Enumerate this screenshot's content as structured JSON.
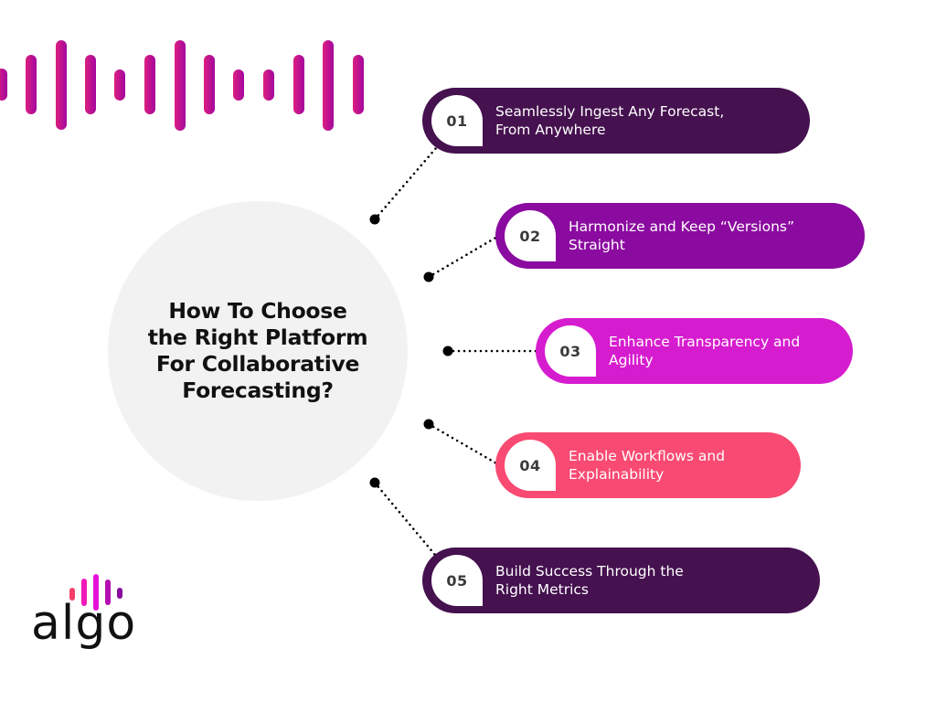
{
  "header": {
    "decoration": "sound-wave-icon",
    "wave_colors": [
      "#dc1f7f",
      "#a4079f"
    ]
  },
  "hub": {
    "title_lines": [
      "How To Choose",
      "the Right Platform",
      "For Collaborative",
      "Forecasting?"
    ]
  },
  "steps": [
    {
      "number": "01",
      "lines": [
        "Seamlessly Ingest Any Forecast,",
        "From Anywhere"
      ],
      "color": "#45114f"
    },
    {
      "number": "02",
      "lines": [
        "Harmonize and Keep “Versions”",
        "Straight"
      ],
      "color": "#8b0aa0"
    },
    {
      "number": "03",
      "lines": [
        "Enhance Transparency and",
        "Agility"
      ],
      "color": "#d61ccf"
    },
    {
      "number": "04",
      "lines": [
        "Enable Workflows and",
        "Explainability"
      ],
      "color": "#f84a72"
    },
    {
      "number": "05",
      "lines": [
        "Build Success Through the",
        "Right Metrics"
      ],
      "color": "#45114f"
    }
  ],
  "logo": {
    "text": "algo",
    "bar_colors": [
      "#f43f6a",
      "#f018b8",
      "#e510d8",
      "#b30fb0",
      "#8a0aa0"
    ]
  }
}
